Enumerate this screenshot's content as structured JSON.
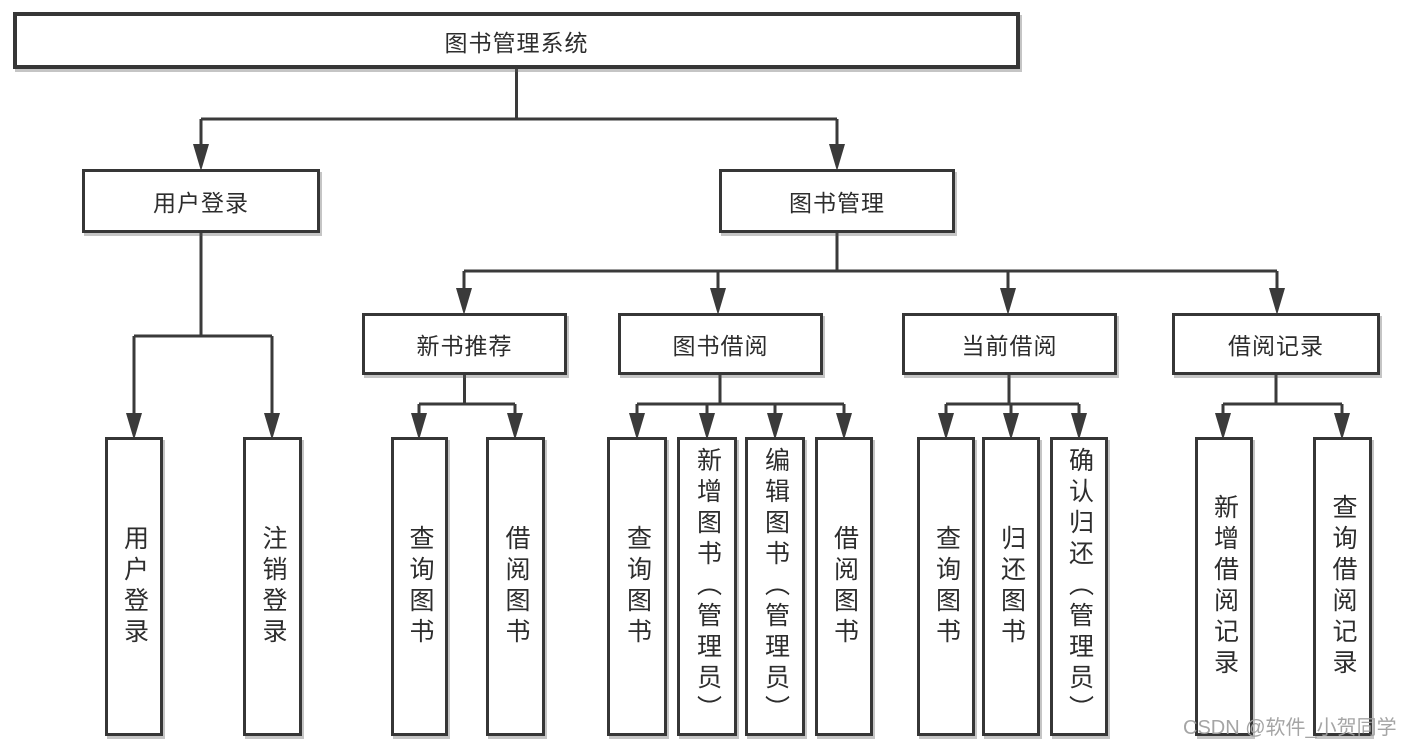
{
  "diagram_type": "hierarchy-tree",
  "tree": {
    "label": "图书管理系统",
    "children": [
      {
        "label": "用户登录",
        "children": [
          {
            "label": "用户登录"
          },
          {
            "label": "注销登录"
          }
        ]
      },
      {
        "label": "图书管理",
        "children": [
          {
            "label": "新书推荐",
            "children": [
              {
                "label": "查询图书"
              },
              {
                "label": "借阅图书"
              }
            ]
          },
          {
            "label": "图书借阅",
            "children": [
              {
                "label": "查询图书"
              },
              {
                "label": "新增图书（管理员）"
              },
              {
                "label": "编辑图书（管理员）"
              },
              {
                "label": "借阅图书"
              }
            ]
          },
          {
            "label": "当前借阅",
            "children": [
              {
                "label": "查询图书"
              },
              {
                "label": "归还图书"
              },
              {
                "label": "确认归还（管理员）"
              }
            ]
          },
          {
            "label": "借阅记录",
            "children": [
              {
                "label": "新增借阅记录"
              },
              {
                "label": "查询借阅记录"
              }
            ]
          }
        ]
      }
    ]
  },
  "watermark": "CSDN @软件_小贺同学",
  "colors": {
    "background": "#ffffff",
    "box_fill": "#ffffff",
    "box_border": "#363636",
    "connector_line": "#3a3a3a",
    "text": "#2d2d2d",
    "watermark_text": "#a0a0a0"
  }
}
